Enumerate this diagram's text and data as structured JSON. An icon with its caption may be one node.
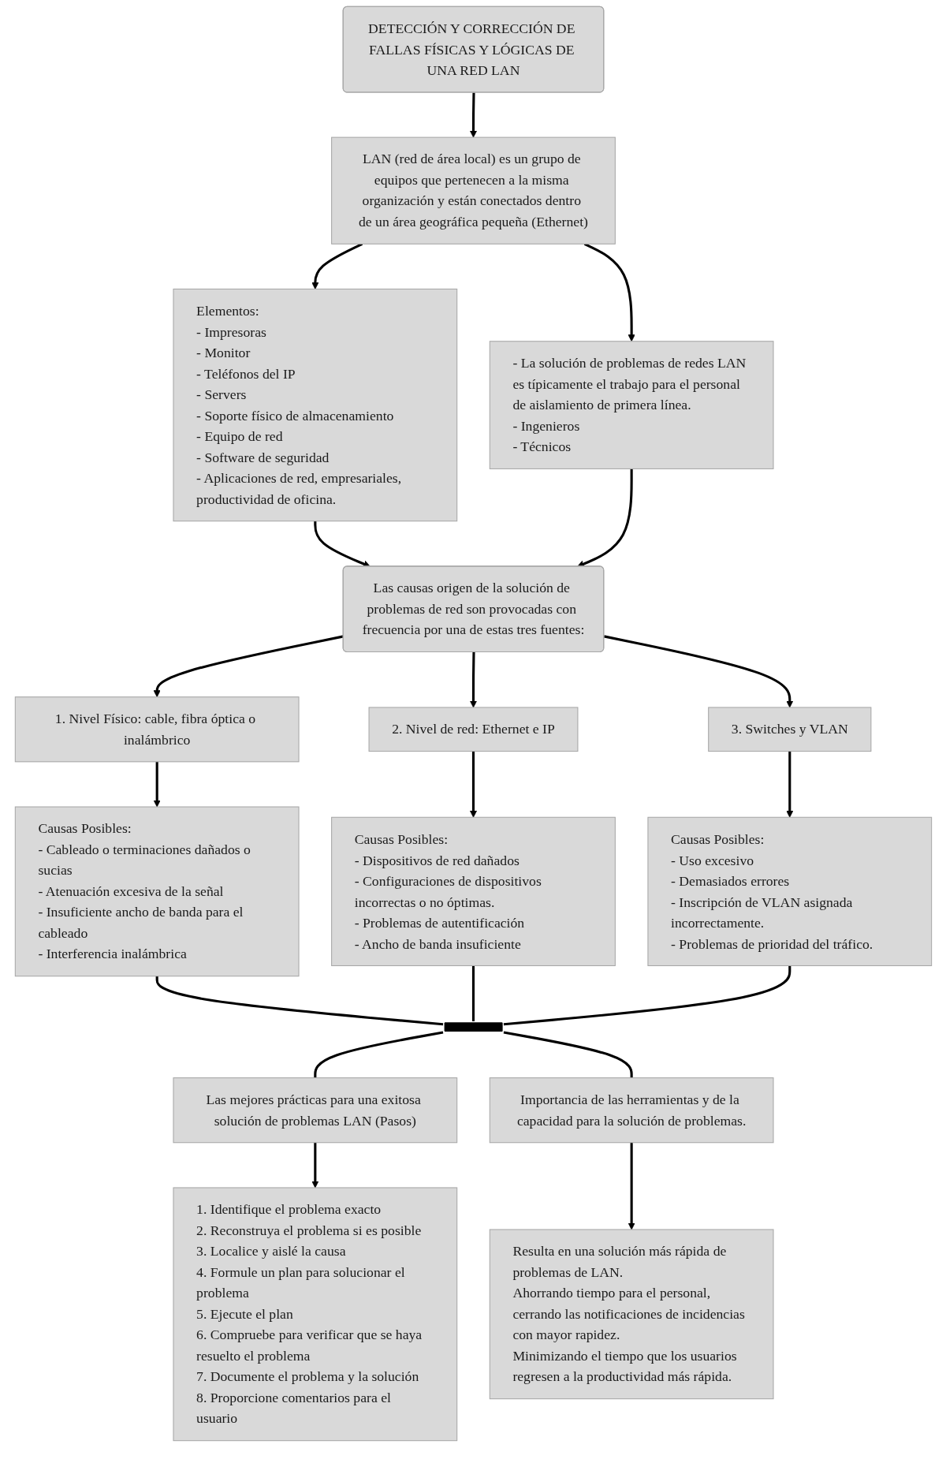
{
  "diagram": {
    "nodes": [
      {
        "text": [
          "DETECCIÓN Y CORRECCIÓN DE FALLAS FÍSICAS Y LÓGICAS DE UNA RED LAN"
        ]
      },
      {
        "text": [
          "Elementos:",
          "- Impresoras",
          "- Monitor",
          "- Teléfonos del IP",
          "- Servers",
          "- Soporte físico de almacenamiento",
          "- Equipo de red",
          "- Software de seguridad",
          "- Aplicaciones de red, empresariales, productividad de oficina."
        ]
      },
      {
        "text": [
          "LAN (red de área local) es un grupo de equipos que pertenecen a la misma organización y están conectados dentro de un área geográfica pequeña (Ethernet)"
        ]
      },
      {
        "text": [
          "- La solución de problemas de redes LAN es típicamente el trabajo para el personal de aislamiento de primera línea.",
          "- Ingenieros",
          "- Técnicos"
        ]
      },
      {
        "text": [
          "Las causas origen de la solución de problemas de red son provocadas con frecuencia por una de estas tres fuentes:"
        ]
      },
      {
        "text": [
          "1. Nivel Físico: cable, fibra óptica o inalámbrico"
        ]
      },
      {
        "text": [
          "2. Nivel de red: Ethernet e IP"
        ]
      },
      {
        "text": [
          "3. Switches y VLAN"
        ]
      },
      {
        "text": [
          "Causas Posibles:",
          "- Cableado o terminaciones dañados o sucias",
          "- Atenuación excesiva de la señal",
          "- Insuficiente ancho de banda para el cableado",
          "- Interferencia inalámbrica"
        ]
      },
      {
        "text": [
          "Causas Posibles:",
          "- Dispositivos de red dañados",
          "- Configuraciones de dispositivos incorrectas o no óptimas.",
          "- Problemas de autentificación",
          "- Ancho de banda insuficiente"
        ]
      },
      {
        "text": [
          "Causas Posibles:",
          "- Uso excesivo",
          "- Demasiados errores",
          "- Inscripción de VLAN asignada incorrectamente.",
          "- Problemas de prioridad del tráfico."
        ]
      },
      {
        "text": [],
        "shape": "bar"
      },
      {
        "text": [
          "Las mejores prácticas para una exitosa solución de problemas LAN (Pasos)"
        ]
      },
      {
        "text": [
          "Importancia de las herramientas y de la capacidad para la solución de problemas."
        ]
      },
      {
        "text": [
          "1. Identifique el problema exacto",
          "2. Reconstruya el problema si es posible",
          "3. Localice y aislé la causa",
          "4. Formule un plan para solucionar el problema",
          "5. Ejecute el plan",
          "6. Compruebe para verificar que se haya resuelto el problema",
          "7. Documente el problema y la solución",
          "8. Proporcione comentarios para el usuario"
        ]
      },
      {
        "text": [
          "Resulta en una solución más rápida de problemas de LAN.",
          "Ahorrando tiempo para el personal, cerrando las notificaciones de incidencias con mayor rapidez.",
          "Minimizando el tiempo que los usuarios regresen a la productividad más rápida."
        ]
      }
    ],
    "edges": [
      {
        "from": 0,
        "to": 2,
        "arrow": "to"
      },
      {
        "from": 2,
        "to": 1,
        "arrow": "to"
      },
      {
        "from": 2,
        "to": 3,
        "arrow": "to"
      },
      {
        "from": 1,
        "to": 4,
        "arrow": "to"
      },
      {
        "from": 3,
        "to": 4,
        "arrow": "to"
      },
      {
        "from": 4,
        "to": 5,
        "arrow": "to"
      },
      {
        "from": 4,
        "to": 6,
        "arrow": "to"
      },
      {
        "from": 4,
        "to": 7,
        "arrow": "to"
      },
      {
        "from": 5,
        "to": 8,
        "arrow": "to"
      },
      {
        "from": 6,
        "to": 9,
        "arrow": "to"
      },
      {
        "from": 7,
        "to": 10,
        "arrow": "to"
      },
      {
        "from": 8,
        "to": 11,
        "arrow": "none"
      },
      {
        "from": 9,
        "to": 11,
        "arrow": "none"
      },
      {
        "from": 10,
        "to": 11,
        "arrow": "none"
      },
      {
        "from": 11,
        "to": 12,
        "arrow": "none"
      },
      {
        "from": 11,
        "to": 13,
        "arrow": "none"
      },
      {
        "from": 12,
        "to": 14,
        "arrow": "to"
      },
      {
        "from": 13,
        "to": 15,
        "arrow": "to"
      }
    ]
  }
}
